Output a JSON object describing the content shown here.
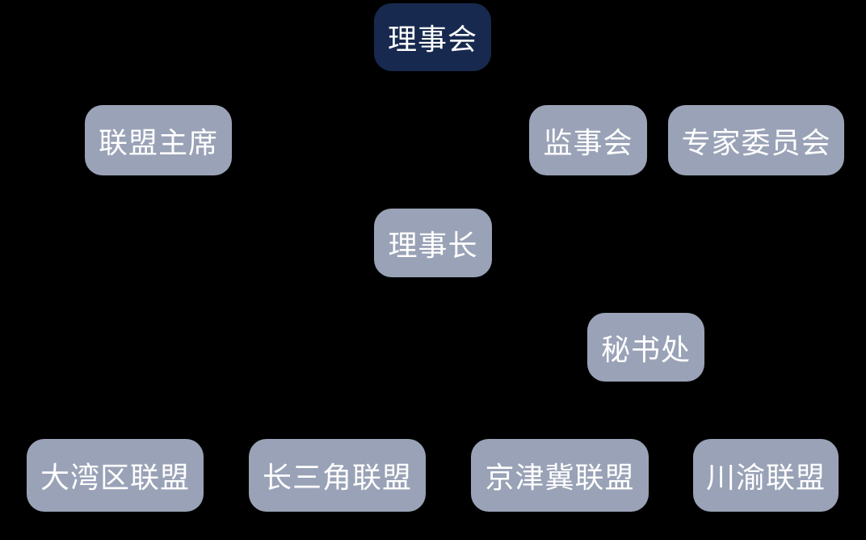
{
  "diagram": {
    "title": "alliance-organization-chart",
    "background_color": "#000000",
    "colors": {
      "primary_node": "#17294E",
      "secondary_node": "#99A2B6",
      "text": "#FFFFFF"
    },
    "nodes": [
      {
        "id": "council",
        "label": "理事会",
        "level": 1,
        "style": "primary"
      },
      {
        "id": "alliance-chairman",
        "label": "联盟主席",
        "level": 2,
        "style": "secondary"
      },
      {
        "id": "supervisory-board",
        "label": "监事会",
        "level": 2,
        "style": "secondary"
      },
      {
        "id": "expert-committee",
        "label": "专家委员会",
        "level": 2,
        "style": "secondary"
      },
      {
        "id": "chairman",
        "label": "理事长",
        "level": 3,
        "style": "secondary"
      },
      {
        "id": "secretariat",
        "label": "秘书处",
        "level": 4,
        "style": "secondary"
      },
      {
        "id": "greater-bay-area",
        "label": "大湾区联盟",
        "level": 5,
        "style": "secondary"
      },
      {
        "id": "yangtze-delta",
        "label": "长三角联盟",
        "level": 5,
        "style": "secondary"
      },
      {
        "id": "jing-jin-ji",
        "label": "京津冀联盟",
        "level": 5,
        "style": "secondary"
      },
      {
        "id": "chuan-yu",
        "label": "川渝联盟",
        "level": 5,
        "style": "secondary"
      }
    ]
  }
}
